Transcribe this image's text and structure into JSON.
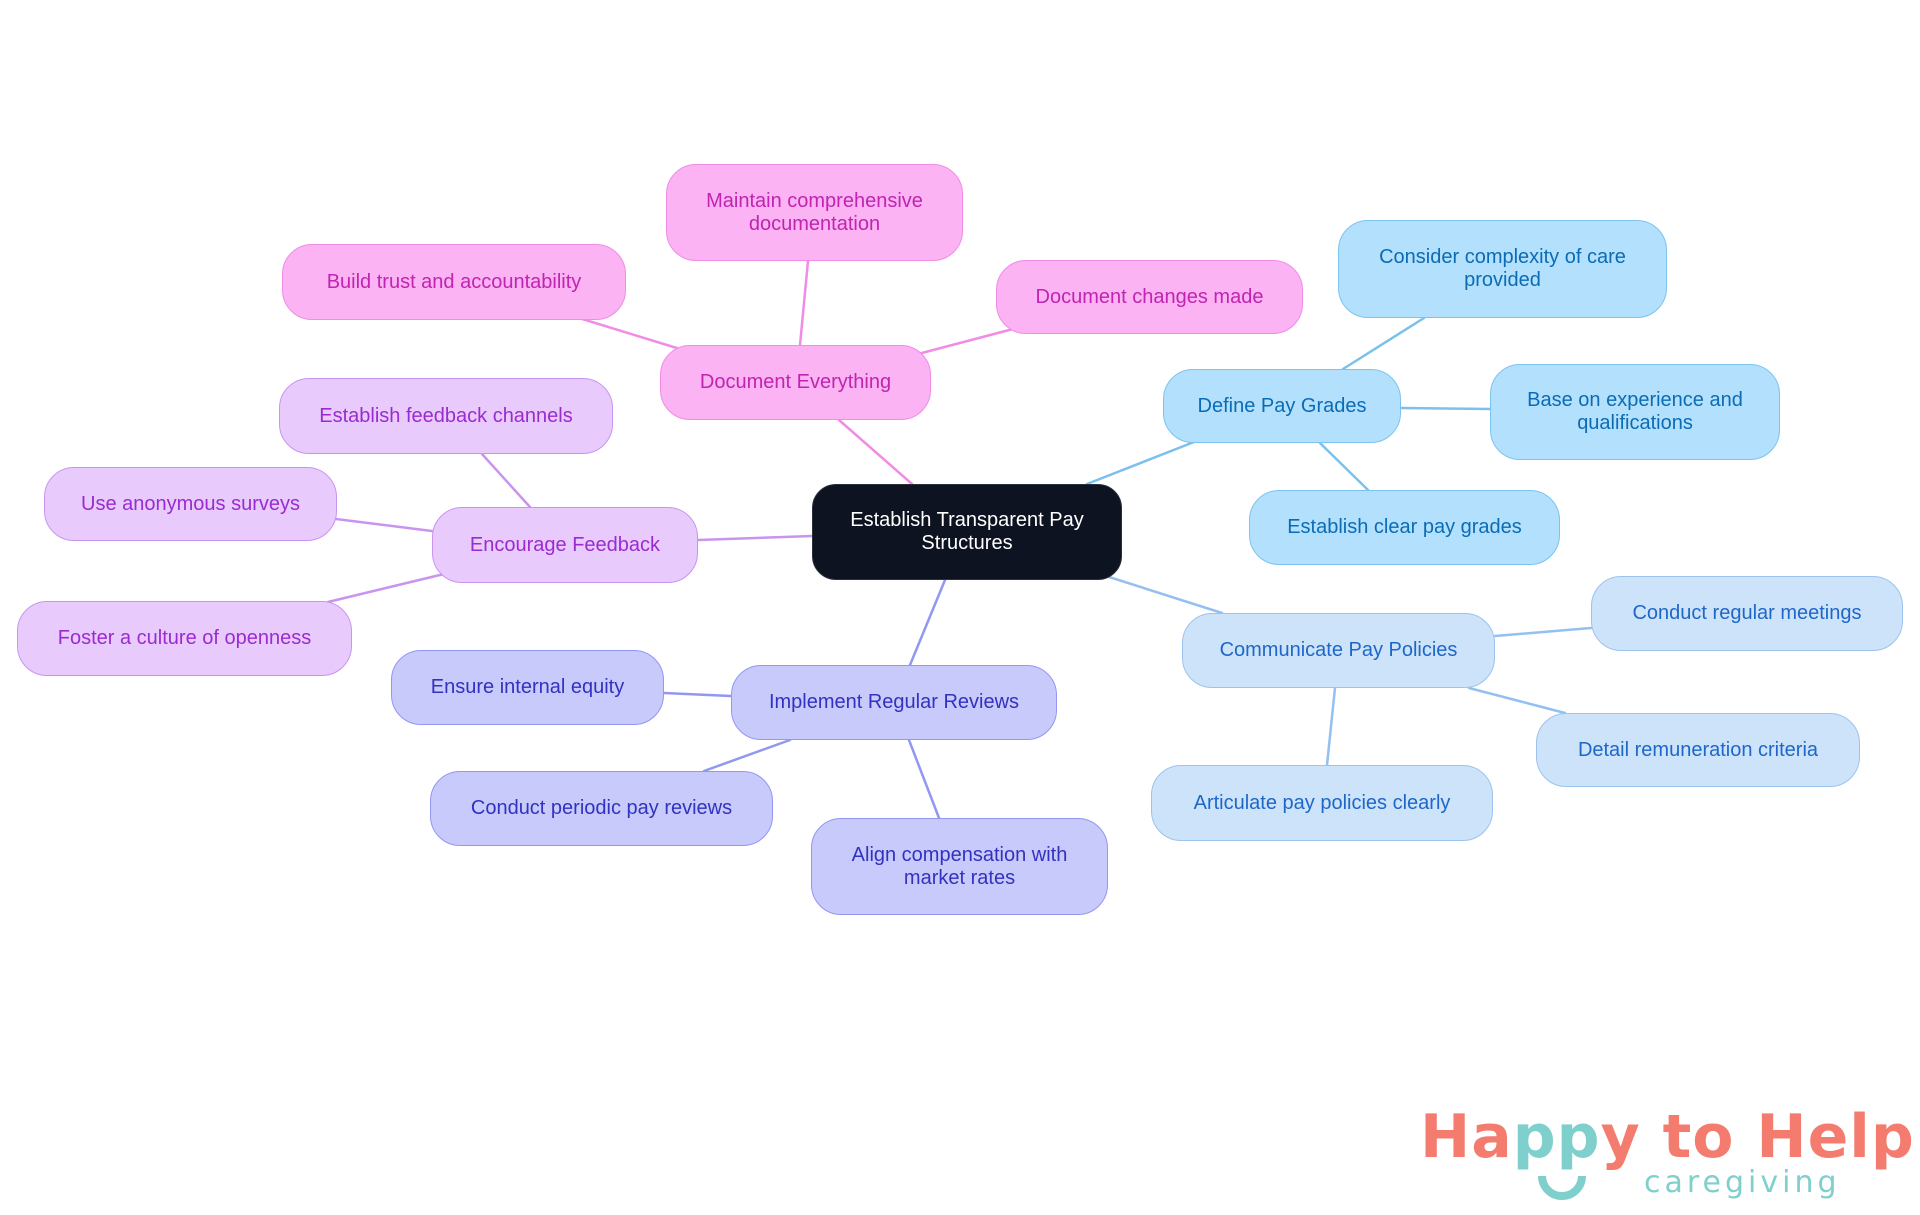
{
  "diagram": {
    "type": "mindmap",
    "root": {
      "id": "root",
      "label": "Establish Transparent Pay Structures",
      "lines": [
        "Establish Transparent Pay",
        "Structures"
      ]
    },
    "branches": [
      {
        "id": "doc",
        "label": "Document Everything",
        "color": "pink",
        "children": [
          {
            "id": "doc-1",
            "lines": [
              "Maintain comprehensive",
              "documentation"
            ]
          },
          {
            "id": "doc-2",
            "lines": [
              "Build trust and accountability"
            ]
          },
          {
            "id": "doc-3",
            "lines": [
              "Document changes made"
            ]
          }
        ]
      },
      {
        "id": "grades",
        "label": "Define Pay Grades",
        "color": "blue",
        "children": [
          {
            "id": "grades-1",
            "lines": [
              "Consider complexity of care",
              "provided"
            ]
          },
          {
            "id": "grades-2",
            "lines": [
              "Base on experience and",
              "qualifications"
            ]
          },
          {
            "id": "grades-3",
            "lines": [
              "Establish clear pay grades"
            ]
          }
        ]
      },
      {
        "id": "comm",
        "label": "Communicate Pay Policies",
        "color": "light-blue",
        "children": [
          {
            "id": "comm-1",
            "lines": [
              "Conduct regular meetings"
            ]
          },
          {
            "id": "comm-2",
            "lines": [
              "Detail remuneration criteria"
            ]
          },
          {
            "id": "comm-3",
            "lines": [
              "Articulate pay policies clearly"
            ]
          }
        ]
      },
      {
        "id": "review",
        "label": "Implement Regular Reviews",
        "color": "indigo",
        "children": [
          {
            "id": "review-1",
            "lines": [
              "Ensure internal equity"
            ]
          },
          {
            "id": "review-2",
            "lines": [
              "Conduct periodic pay reviews"
            ]
          },
          {
            "id": "review-3",
            "lines": [
              "Align compensation with",
              "market rates"
            ]
          }
        ]
      },
      {
        "id": "feedback",
        "label": "Encourage Feedback",
        "color": "purple",
        "children": [
          {
            "id": "feedback-1",
            "lines": [
              "Establish feedback channels"
            ]
          },
          {
            "id": "feedback-2",
            "lines": [
              "Use anonymous surveys"
            ]
          },
          {
            "id": "feedback-3",
            "lines": [
              "Foster a culture of openness"
            ]
          }
        ]
      }
    ]
  },
  "colors": {
    "root_fill": "#0d1320",
    "pink": {
      "fill": "#fbb3f3",
      "border": "#f08ce6",
      "text": "#c024b0",
      "edge": "#f08ce6"
    },
    "blue": {
      "fill": "#b3e0fd",
      "border": "#7cc3ee",
      "text": "#0b6cb5",
      "edge": "#7cc0ec"
    },
    "light-blue": {
      "fill": "#cce3fa",
      "border": "#9cc3ee",
      "text": "#1e67c8",
      "edge": "#93c0f0"
    },
    "indigo": {
      "fill": "#c8cafc",
      "border": "#9297f0",
      "text": "#3232c0",
      "edge": "#9297f0"
    },
    "purple": {
      "fill": "#e8cbfc",
      "border": "#c994f0",
      "text": "#9a2bd0",
      "edge": "#c994f0"
    }
  },
  "logo": {
    "part1": "Ha",
    "part2": "pp",
    "part3": "y to Help",
    "subtitle": "caregiving",
    "coral": "#f47c6e",
    "teal": "#7fd0cc"
  }
}
